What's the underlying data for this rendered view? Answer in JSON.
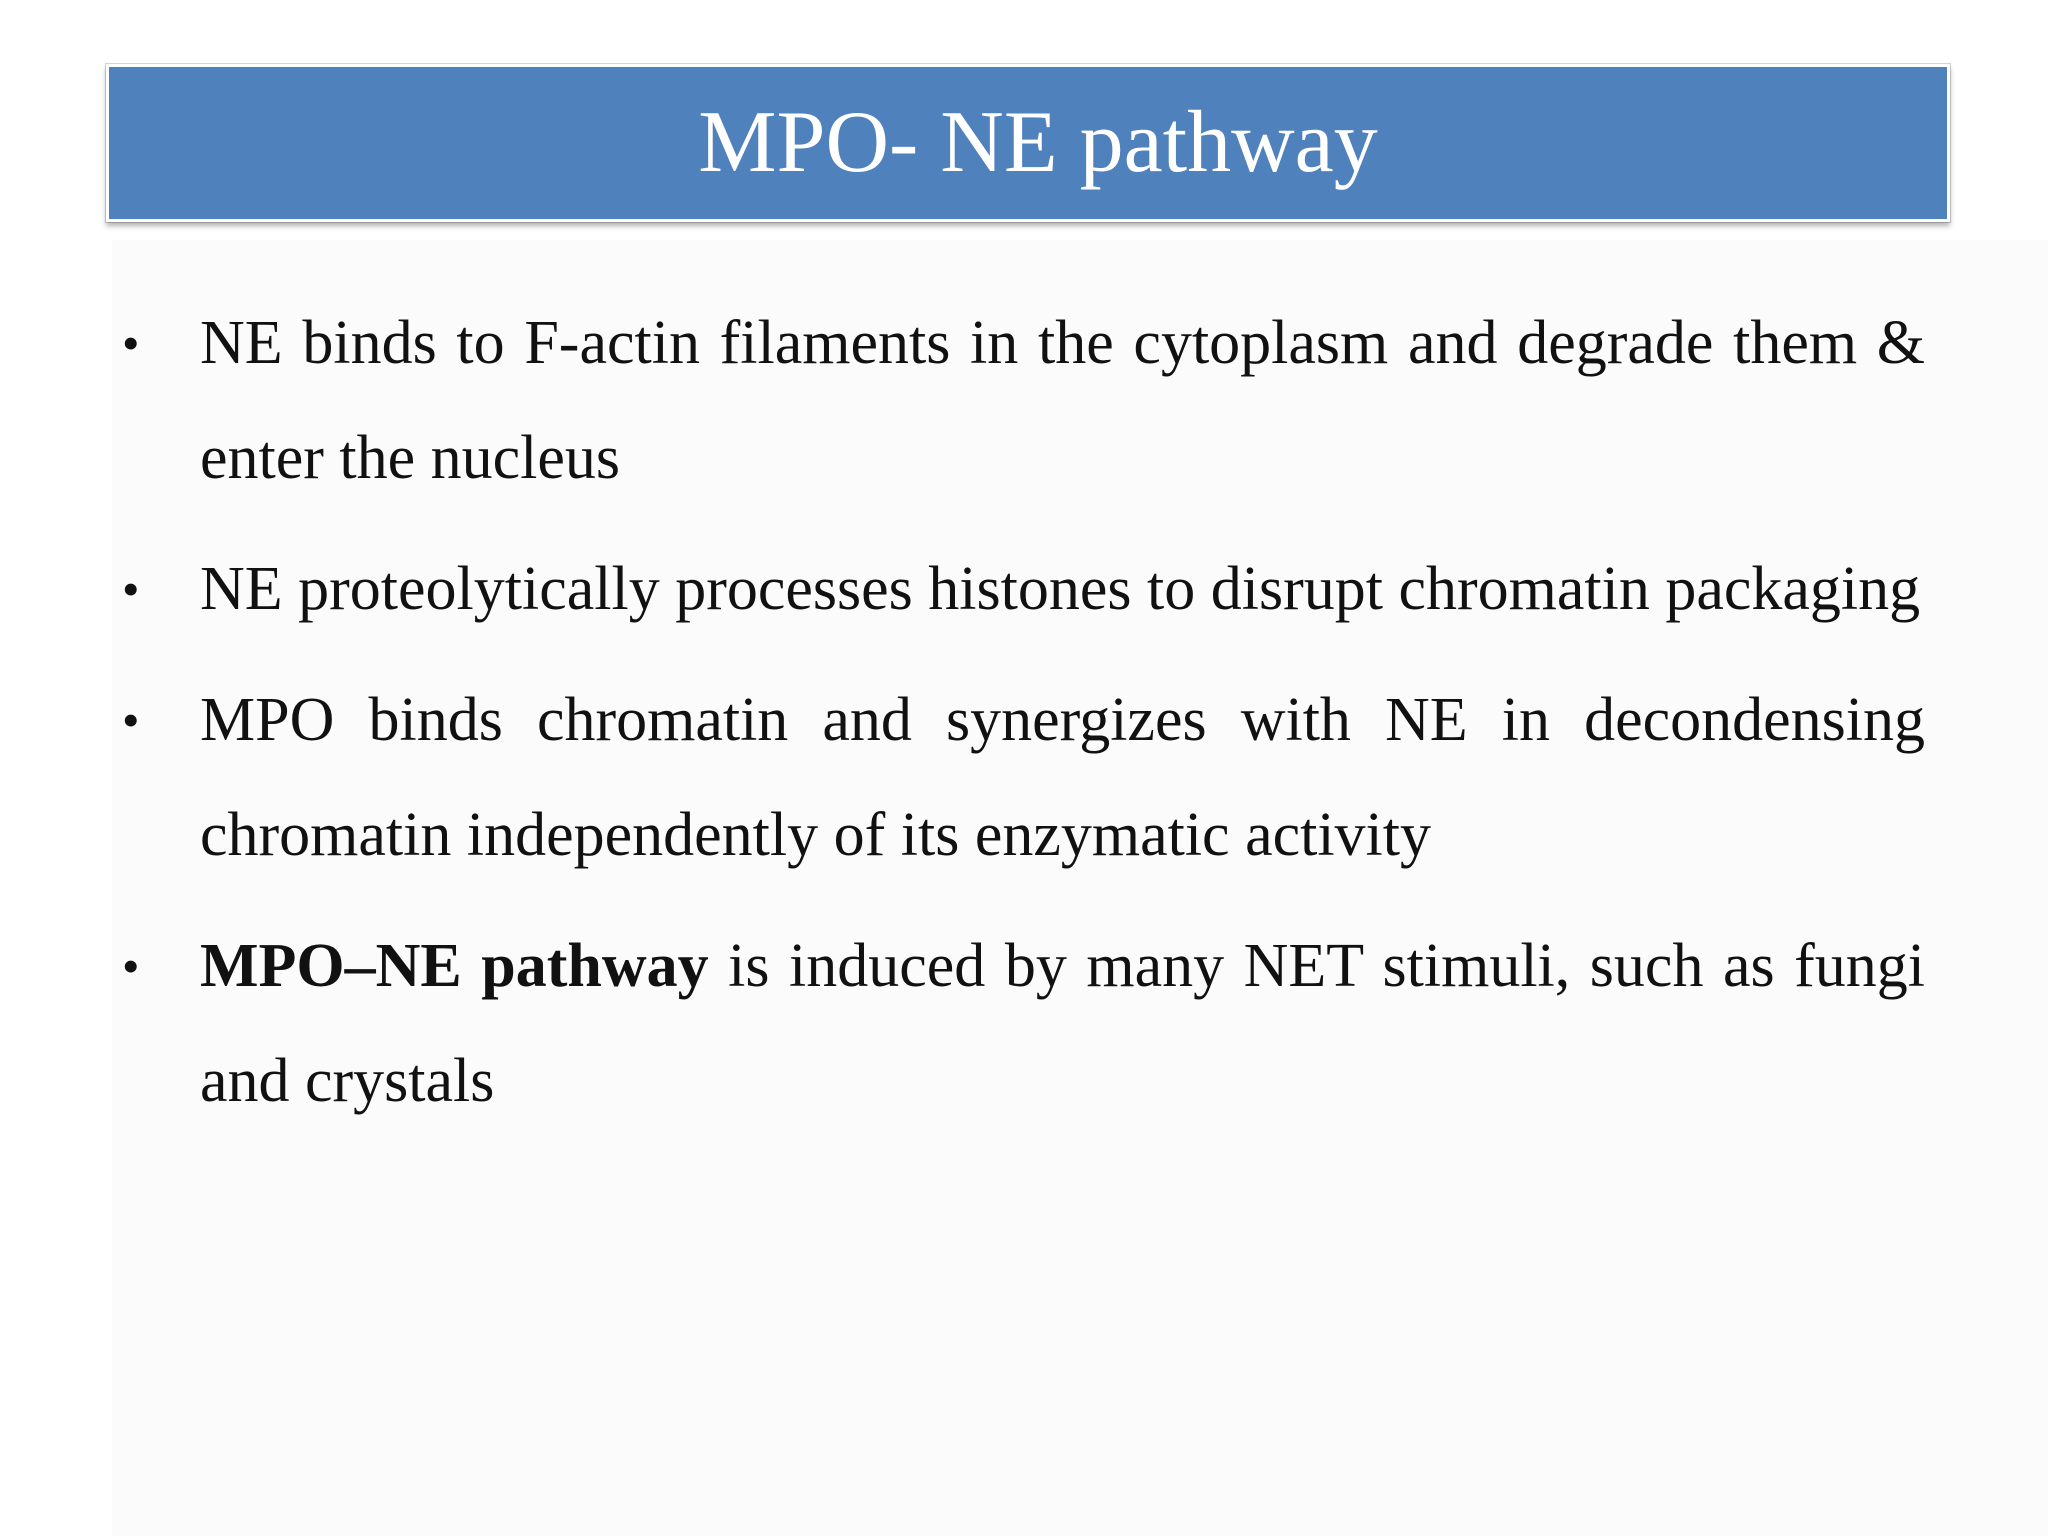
{
  "title": "MPO- NE pathway",
  "bullet_char": "•",
  "bullets": [
    {
      "text": "NE binds to F-actin filaments in the cytoplasm and degrade them  &  enter the nucleus"
    },
    {
      "text": "NE proteolytically processes histones to disrupt chromatin packaging"
    },
    {
      "text": "MPO binds chromatin and synergizes with NE in decondensing chromatin independently of its enzymatic activity"
    },
    {
      "bold": "MPO–NE pathway",
      "text": " is induced by many NET stimuli, such as fungi and crystals"
    }
  ],
  "colors": {
    "title_bar": "#4f81bd",
    "title_text": "#ffffff",
    "body_text": "#111111"
  }
}
